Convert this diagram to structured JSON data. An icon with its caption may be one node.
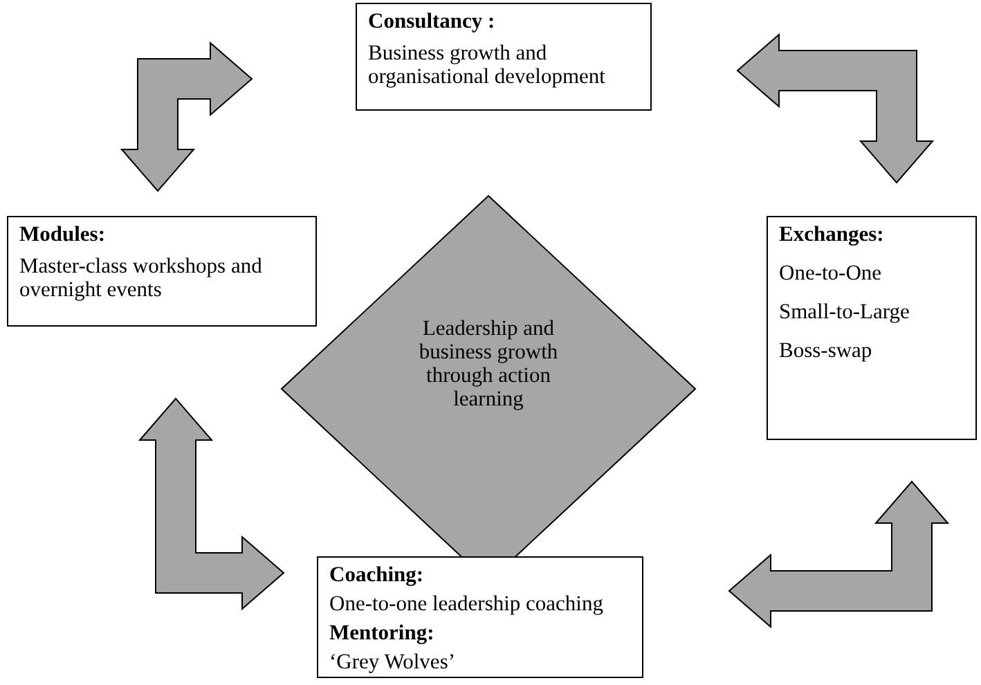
{
  "diagram": {
    "nodes": [
      {
        "text": [
          "Consultancy :",
          "Business growth and organisational development"
        ]
      },
      {
        "text": [
          "Modules:",
          "Master-class workshops and overnight events"
        ]
      },
      {
        "text": [
          "Leadership and business growth through action learning"
        ]
      },
      {
        "text": [
          "Exchanges:",
          "One-to-One",
          "Small-to-Large",
          "Boss-swap"
        ]
      },
      {
        "text": [
          "Coaching:",
          "One-to-one leadership coaching",
          "Mentoring:",
          "‘Grey Wolves’"
        ]
      }
    ],
    "edges": [
      {
        "from": 1,
        "to": 0,
        "arrow": "both"
      },
      {
        "from": 0,
        "to": 3,
        "arrow": "both"
      },
      {
        "from": 1,
        "to": 4,
        "arrow": "both"
      },
      {
        "from": 4,
        "to": 3,
        "arrow": "both"
      }
    ]
  }
}
